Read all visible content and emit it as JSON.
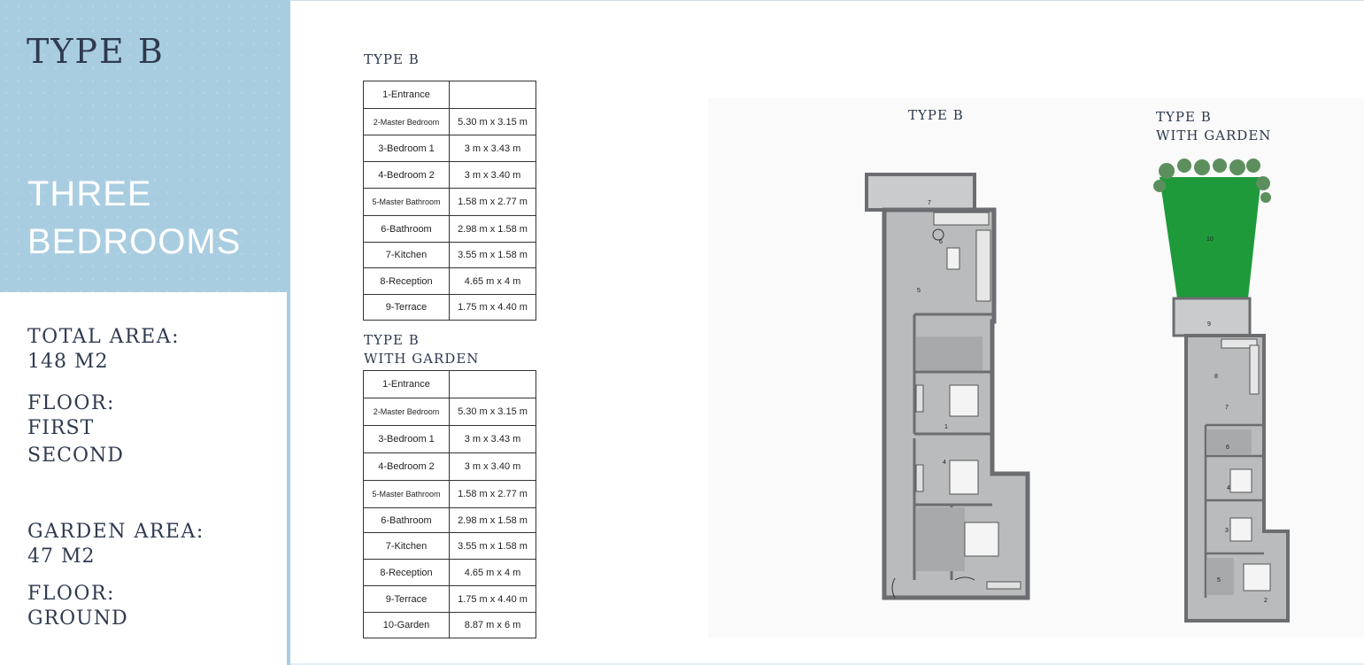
{
  "sidebar": {
    "type_title": "TYPE B",
    "bedrooms_line1": "THREE",
    "bedrooms_line2": "BEDROOMS",
    "total_area_label": "TOTAL AREA:",
    "total_area_value": "148 M2",
    "floor_label_1": "FLOOR:",
    "floor_value_1a": "FIRST",
    "floor_value_1b": "SECOND",
    "garden_area_label": "GARDEN AREA:",
    "garden_area_value": "47 M2",
    "floor_label_2": "FLOOR:",
    "floor_value_2": "GROUND"
  },
  "table_b": {
    "label": "TYPE B",
    "rows": [
      {
        "room": "1-Entrance",
        "size": ""
      },
      {
        "room": "2-Master Bedroom",
        "size": "5.30 m x 3.15 m"
      },
      {
        "room": "3-Bedroom 1",
        "size": "3 m x 3.43 m"
      },
      {
        "room": "4-Bedroom 2",
        "size": "3 m x 3.40 m"
      },
      {
        "room": "5-Master Bathroom",
        "size": "1.58 m x 2.77 m"
      },
      {
        "room": "6-Bathroom",
        "size": "2.98 m x 1.58 m"
      },
      {
        "room": "7-Kitchen",
        "size": "3.55 m x 1.58 m"
      },
      {
        "room": "8-Reception",
        "size": "4.65 m x 4 m"
      },
      {
        "room": "9-Terrace",
        "size": "1.75 m x 4.40 m"
      }
    ]
  },
  "table_bg": {
    "label_line1": "TYPE B",
    "label_line2": "WITH GARDEN",
    "rows": [
      {
        "room": "1-Entrance",
        "size": ""
      },
      {
        "room": "2-Master Bedroom",
        "size": "5.30 m x 3.15 m"
      },
      {
        "room": "3-Bedroom 1",
        "size": "3 m x 3.43 m"
      },
      {
        "room": "4-Bedroom 2",
        "size": "3 m x 3.40 m"
      },
      {
        "room": "5-Master Bathroom",
        "size": "1.58 m x 2.77 m"
      },
      {
        "room": "6-Bathroom",
        "size": "2.98 m x 1.58 m"
      },
      {
        "room": "7-Kitchen",
        "size": "3.55 m x 1.58 m"
      },
      {
        "room": "8-Reception",
        "size": "4.65 m x 4 m"
      },
      {
        "room": "9-Terrace",
        "size": "1.75 m x 4.40 m"
      },
      {
        "room": "10-Garden",
        "size": "8.87 m x 6 m"
      }
    ]
  },
  "plans": {
    "plan_b_title": "TYPE B",
    "plan_bg_title_line1": "TYPE B",
    "plan_bg_title_line2": "WITH GARDEN",
    "plan_b_numbers": [
      "7",
      "6",
      "5",
      "1",
      "4"
    ],
    "plan_bg_numbers": [
      "10",
      "9",
      "8",
      "7",
      "6",
      "4",
      "3",
      "5",
      "2"
    ]
  },
  "colors": {
    "sidebar_blue": "#a9cde0",
    "navy_text": "#2f3a4f",
    "floor_grey": "#b9bbbc",
    "wall": "#6b6d70",
    "garden_green": "#1f9a3a"
  }
}
